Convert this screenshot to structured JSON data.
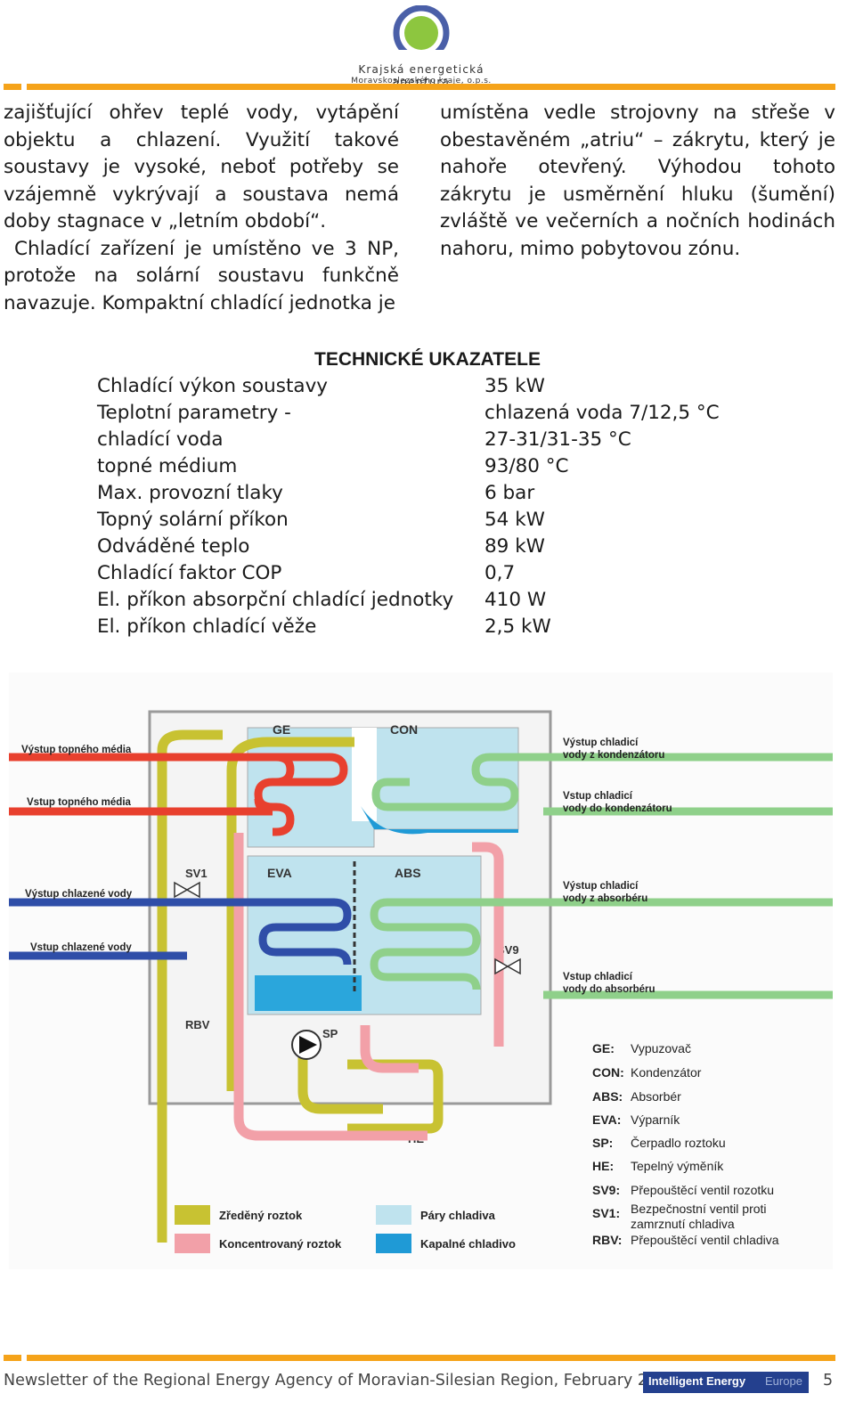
{
  "header": {
    "org_line1": "Krajská energetická agentura",
    "org_line2": "Moravskoslezského kraje, o.p.s.",
    "accent_color": "#f5a31a",
    "logo_colors": {
      "ring": "#4a5fa8",
      "dot": "#8dc63f"
    }
  },
  "article": {
    "left_column": [
      "zajišťující ohřev teplé vody, vytápění objektu a chlazení. Využití takové soustavy je vysoké, neboť potřeby se vzájemně vykrývají a soustava nemá doby stagnace v „letním období“.",
      "Chladící zařízení je umístěno ve 3 NP, protože na solární soustavu funkčně navazuje. Kompaktní chladící jednotka je"
    ],
    "right_column": [
      "umístěna vedle strojovny na střeše v obestavěném „atriu“ – zákrytu, který je nahoře otevřený. Výhodou tohoto zákrytu je usměrnění hluku (šumění) zvláště ve večerních a nočních hodinách nahoru, mimo pobytovou zónu."
    ]
  },
  "tech": {
    "title": "TECHNICKÉ UKAZATELE",
    "rows": [
      {
        "label": "Chladící výkon soustavy",
        "value": "35 kW"
      },
      {
        "label": "Teplotní parametry -",
        "value": "chlazená voda 7/12,5 °C"
      },
      {
        "label": "chladící voda",
        "value": "27-31/31-35 °C"
      },
      {
        "label": "topné médium",
        "value": "93/80 °C"
      },
      {
        "label": "Max. provozní tlaky",
        "value": "6 bar"
      },
      {
        "label": "Topný solární příkon",
        "value": "54 kW"
      },
      {
        "label": "Odváděné teplo",
        "value": "89 kW"
      },
      {
        "label": "Chladící faktor COP",
        "value": "0,7"
      },
      {
        "label": "El. příkon absorpční chladící jednotky",
        "value": "410 W"
      },
      {
        "label": "El. příkon chladící věže",
        "value": "2,5 kW"
      }
    ]
  },
  "diagram": {
    "block_labels": {
      "ge": "GE",
      "con": "CON",
      "eva": "EVA",
      "abs": "ABS",
      "sv1": "SV1",
      "sv9": "SV9",
      "rbv": "RBV",
      "sp": "SP",
      "he": "HE"
    },
    "left_labels": {
      "heat_out": "Výstup topného média",
      "heat_in": "Vstup topného média",
      "chilled_out": "Výstup chlazené vody",
      "chilled_in": "Vstup chlazené vody"
    },
    "right_labels": {
      "con_out_1": "Výstup chladicí",
      "con_out_2": "vody z kondenzátoru",
      "con_in_1": "Vstup chladicí",
      "con_in_2": "vody do kondenzátoru",
      "abs_out_1": "Výstup chladicí",
      "abs_out_2": "vody z absorbéru",
      "abs_in_1": "Vstup chladicí",
      "abs_in_2": "vody do absorbéru"
    },
    "abbreviations": [
      {
        "code": "GE:",
        "text": "Vypuzovač"
      },
      {
        "code": "CON:",
        "text": "Kondenzátor"
      },
      {
        "code": "ABS:",
        "text": "Absorbér"
      },
      {
        "code": "EVA:",
        "text": "Výparník"
      },
      {
        "code": "SP:",
        "text": "Čerpadlo roztoku"
      },
      {
        "code": "HE:",
        "text": "Tepelný výměník"
      },
      {
        "code": "SV9:",
        "text": "Přepouštěcí ventil rozotku"
      },
      {
        "code": "SV1:",
        "text": "Bezpečnostní ventil proti"
      },
      {
        "code": "",
        "text": "zamrznutí chladiva"
      },
      {
        "code": "RBV:",
        "text": "Přepouštěcí ventil chladiva"
      }
    ],
    "legend": {
      "diluted": "Zředěný roztok",
      "concentrated": "Koncentrovaný roztok",
      "vapor": "Páry chladiva",
      "liquid": "Kapalné chladivo"
    },
    "colors": {
      "diluted": "#c8c232",
      "concentrated": "#f2a0a8",
      "vapor": "#bfe3ee",
      "liquid": "#1f9ad6",
      "heating": "#e8402e",
      "chilled": "#2f4ea8",
      "cooling": "#8fd08a"
    }
  },
  "footer": {
    "text": "Newsletter of the Regional Energy Agency of Moravian-Silesian Region, February 2011",
    "badge_main": "Intelligent Energy",
    "badge_sub": "Europe",
    "page": "5"
  }
}
